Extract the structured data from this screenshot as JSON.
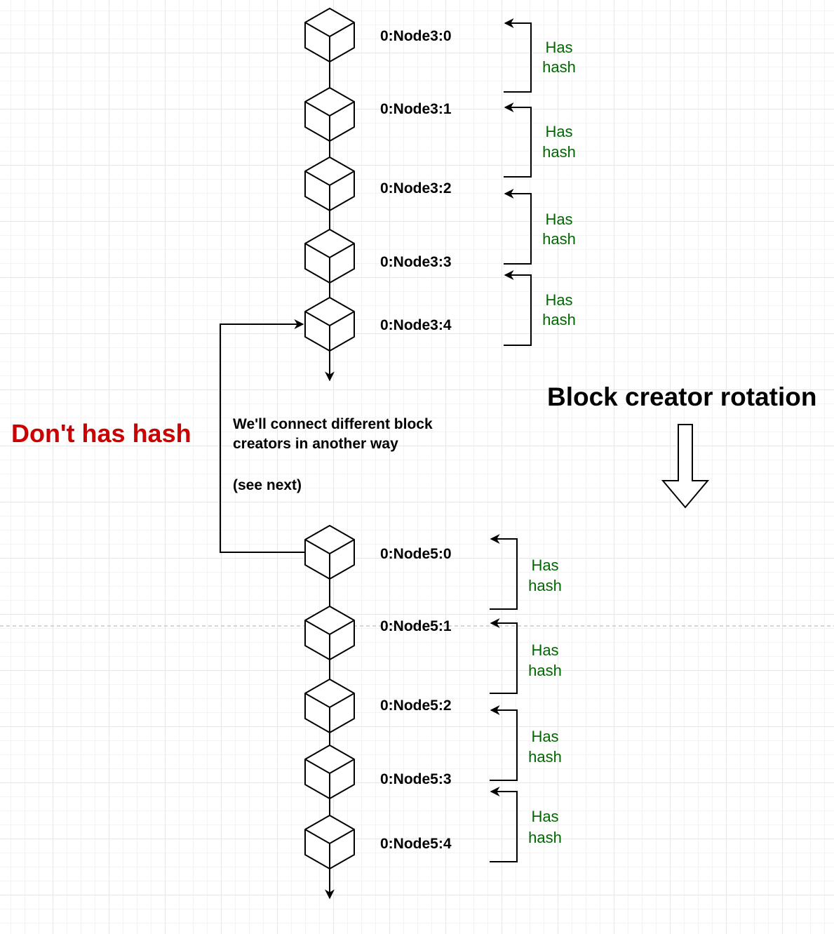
{
  "colors": {
    "accent_red": "#cc0000",
    "hash_green": "#006600",
    "stroke": "#000000"
  },
  "chains": [
    {
      "id": "node3",
      "blocks": [
        "0:Node3:0",
        "0:Node3:1",
        "0:Node3:2",
        "0:Node3:3",
        "0:Node3:4"
      ],
      "links": [
        {
          "line1": "Has",
          "line2": "hash"
        },
        {
          "line1": "Has",
          "line2": "hash"
        },
        {
          "line1": "Has",
          "line2": "hash"
        },
        {
          "line1": "Has",
          "line2": "hash"
        }
      ]
    },
    {
      "id": "node5",
      "blocks": [
        "0:Node5:0",
        "0:Node5:1",
        "0:Node5:2",
        "0:Node5:3",
        "0:Node5:4"
      ],
      "links": [
        {
          "line1": "Has",
          "line2": "hash"
        },
        {
          "line1": "Has",
          "line2": "hash"
        },
        {
          "line1": "Has",
          "line2": "hash"
        },
        {
          "line1": "Has",
          "line2": "hash"
        }
      ]
    }
  ],
  "annotations": {
    "dont_has_hash": "Don't has hash",
    "connect_note_line1": "We'll connect different block",
    "connect_note_line2": "creators in another way",
    "see_next": "(see next)",
    "rotation_title": "Block creator rotation"
  },
  "icons": {
    "cube": "cube-icon",
    "rotation_arrow": "arrow-down-outline-icon"
  }
}
